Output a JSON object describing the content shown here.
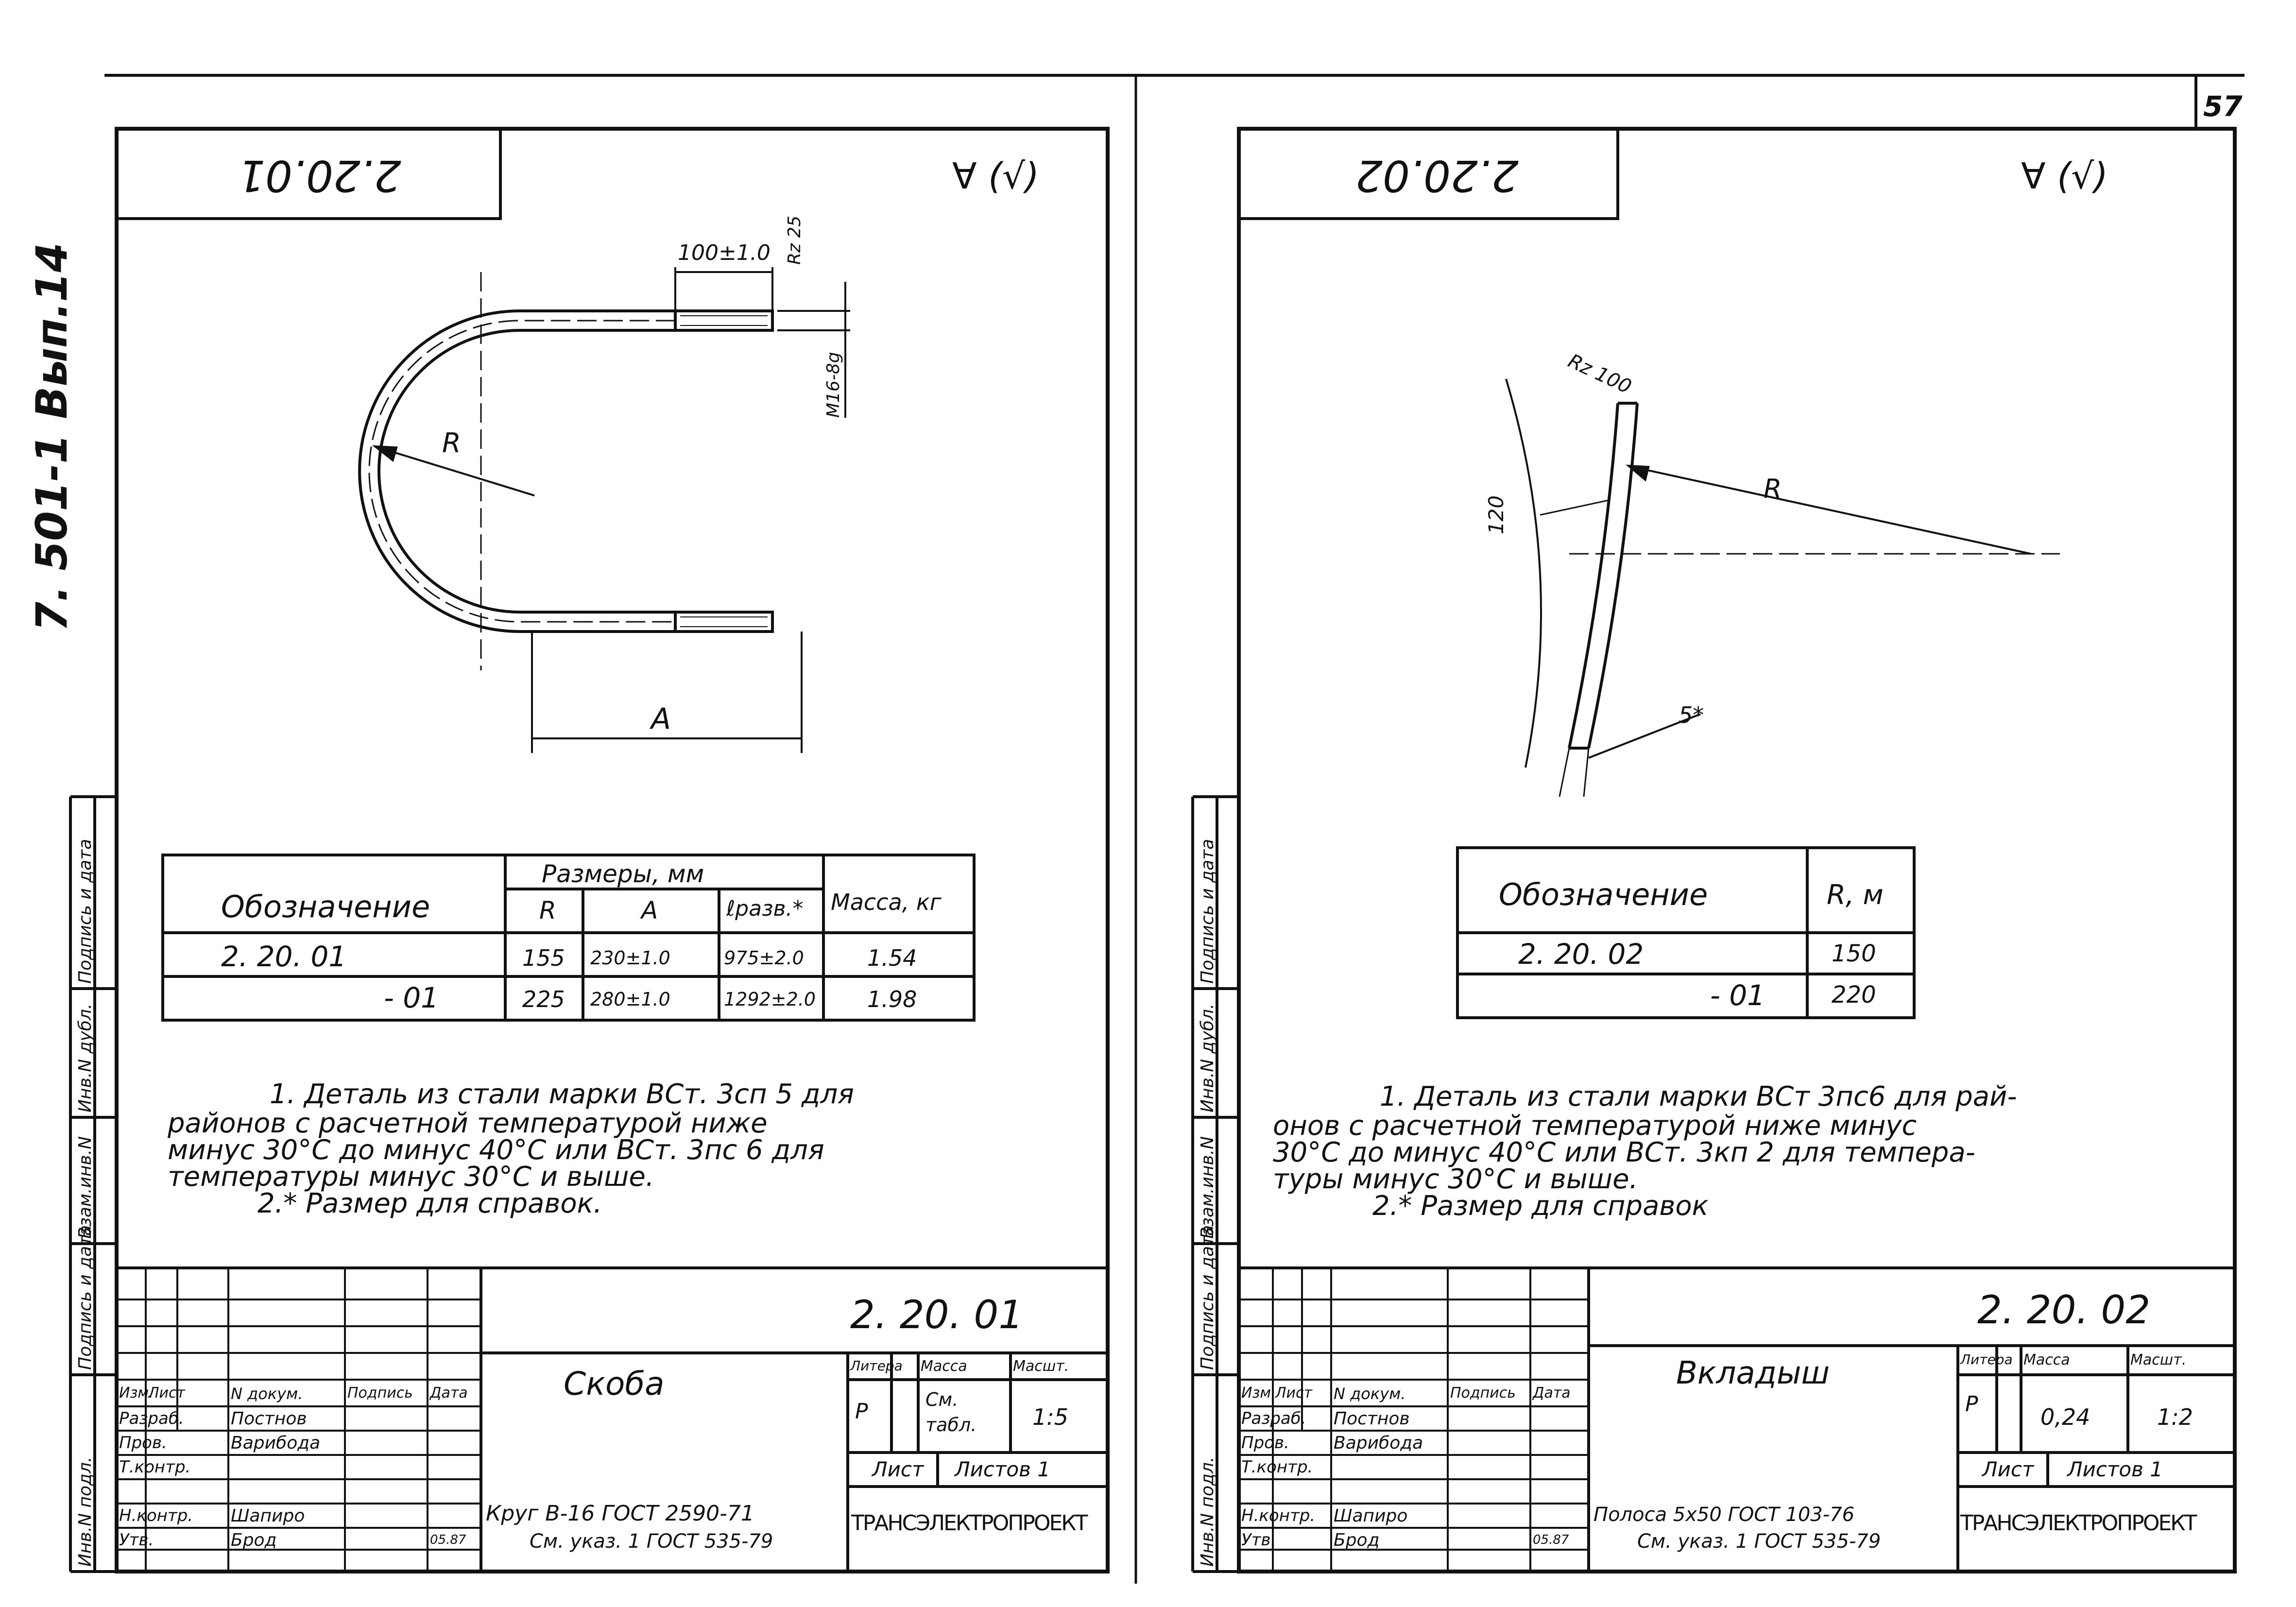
{
  "page_number": "57",
  "album_code": "7. 501-1 Вып.14",
  "side_stamp": [
    "Инв.N подл.",
    "Подпись и дата",
    "Взам.инв.N",
    "Инв.N дубл.",
    "Подпись и дата"
  ],
  "sheets": [
    {
      "id": "2.20.01",
      "code_box": "2.20.01",
      "roughness_mark": "∀ (√)",
      "dims": {
        "top_len": "100±1.0",
        "roughness": "Rz 25",
        "thread": "M16-8g",
        "radius": "R",
        "length": "A"
      },
      "table": {
        "col_designation": "Обозначение",
        "group_header": "Размеры, мм",
        "col_r": "R",
        "col_a": "A",
        "col_l": "ℓразв.*",
        "col_mass": "Масса, кг",
        "rows": [
          {
            "designation": "2. 20. 01",
            "r": "155",
            "a": "230±1.0",
            "l": "975±2.0",
            "mass": "1.54"
          },
          {
            "designation": "- 01",
            "r": "225",
            "a": "280±1.0",
            "l": "1292±2.0",
            "mass": "1.98"
          }
        ]
      },
      "notes": [
        "1. Деталь из стали марки ВСт. 3сп 5 для",
        "районов с расчетной температурой ниже",
        "минус 30°С до минус 40°С или ВСт. 3пс 6 для",
        "температуры минус 30°С и выше.",
        "2.* Размер для справок."
      ],
      "titleblock": {
        "code": "2. 20. 01",
        "name": "Скоба",
        "hdr": {
          "izm": "Изм.",
          "list": "Лист",
          "ndoc": "N докум.",
          "sign": "Подпись",
          "date": "Дата"
        },
        "roles": [
          "Разраб.",
          "Пров.",
          "Т.контр.",
          "",
          "Н.контр.",
          "Утв."
        ],
        "names": [
          "Постнов",
          "Варибода",
          "",
          "",
          "Шапиро",
          "Брод"
        ],
        "date": "05.87",
        "litera_h": "Литера",
        "massa_h": "Масса",
        "masht_h": "Масшт.",
        "litera": "Р",
        "massa": "См. табл.",
        "masht": "1:5",
        "list_h": "Лист",
        "listov_h": "Листов 1",
        "material_1": "Круг  В-16 ГОСТ 2590-71",
        "material_2": "См. указ. 1 ГОСТ 535-79",
        "org": "ТРАНСЭЛЕКТРОПРОЕКТ"
      }
    },
    {
      "id": "2.20.02",
      "code_box": "2.20.02",
      "roughness_mark": "∀ (√)",
      "dims": {
        "roughness": "Rz 100",
        "angle": "120",
        "radius": "R",
        "thick": "5*"
      },
      "table": {
        "col_designation": "Обозначение",
        "col_r": "R, м",
        "rows": [
          {
            "designation": "2. 20. 02",
            "r": "150"
          },
          {
            "designation": "- 01",
            "r": "220"
          }
        ]
      },
      "notes": [
        "1. Деталь из стали марки ВСт 3пс6 для рай-",
        "онов с расчетной температурой ниже минус",
        "30°С до минус 40°С или ВСт. 3кп 2 для темпера-",
        "туры минус 30°С и выше.",
        "2.* Размер для справок"
      ],
      "titleblock": {
        "code": "2. 20. 02",
        "name": "Вкладыш",
        "hdr": {
          "izm": "Изм.",
          "list": "Лист",
          "ndoc": "N докум.",
          "sign": "Подпись",
          "date": "Дата"
        },
        "roles": [
          "Разраб.",
          "Пров.",
          "Т.контр.",
          "",
          "Н.контр.",
          "Утв."
        ],
        "names": [
          "Постнов",
          "Варибода",
          "",
          "",
          "Шапиро",
          "Брод"
        ],
        "date": "05.87",
        "litera_h": "Литера",
        "massa_h": "Масса",
        "masht_h": "Масшт.",
        "litera": "Р",
        "massa": "0,24",
        "masht": "1:2",
        "list_h": "Лист",
        "listov_h": "Листов 1",
        "material_1": "Полоса 5х50 ГОСТ 103-76",
        "material_2": "См. указ. 1 ГОСТ 535-79",
        "org": "ТРАНСЭЛЕКТРОПРОЕКТ"
      }
    }
  ]
}
